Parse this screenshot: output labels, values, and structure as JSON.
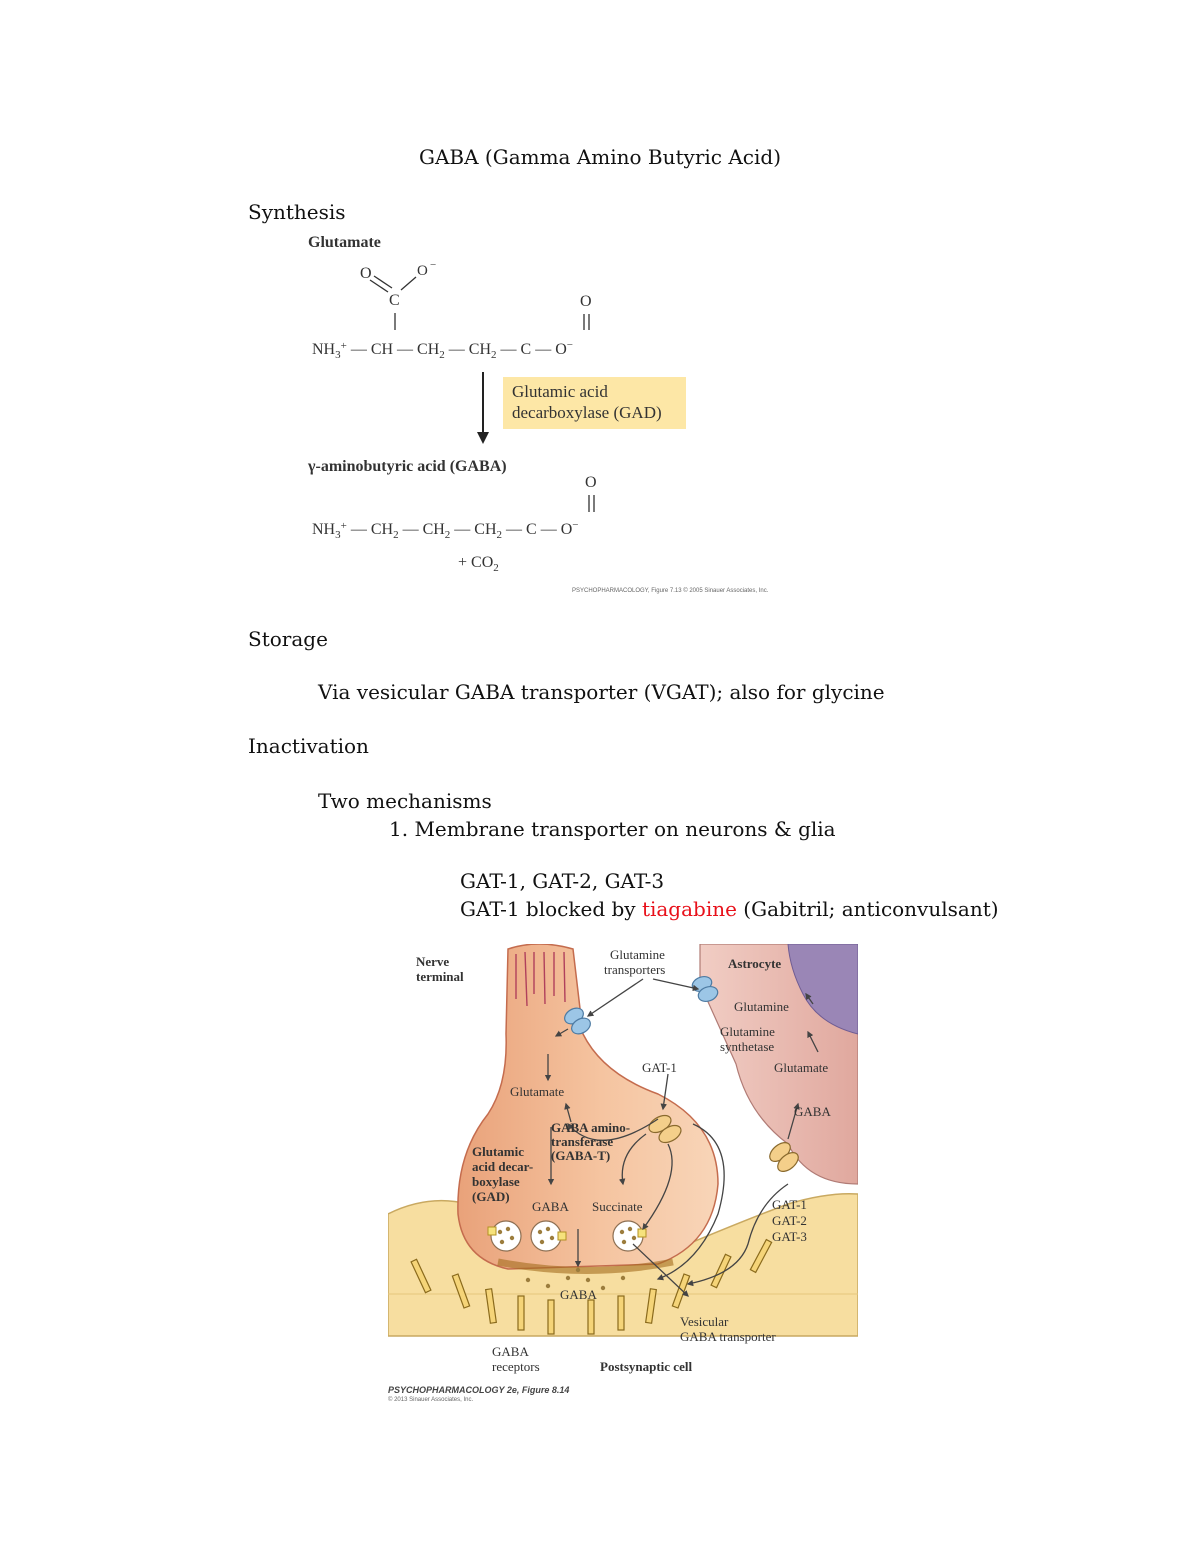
{
  "title": "GABA (Gamma Amino Butyric Acid)",
  "sections": {
    "synthesis": "Synthesis",
    "storage": "Storage",
    "storage_text": "Via vesicular GABA transporter (VGAT); also for glycine",
    "inactivation": "Inactivation",
    "two_mechanisms": "Two mechanisms",
    "item1": "1. Membrane transporter on neurons & glia",
    "gat_list": "GAT-1, GAT-2, GAT-3",
    "gat_blocked_prefix": "GAT-1 blocked by ",
    "gat_blocked_drug": "tiagabine",
    "gat_blocked_suffix": " (Gabitril; anticonvulsant)"
  },
  "figure1": {
    "glutamate_label": "Glutamate",
    "enzyme_line1": "Glutamic acid",
    "enzyme_line2": "decarboxylase (GAD)",
    "gaba_label": "γ-aminobutyric acid (GABA)",
    "co2": "+ CO",
    "co2_sub": "2",
    "credit": "PSYCHOPHARMACOLOGY, Figure 7.13 © 2005 Sinauer Associates, Inc.",
    "highlight_color": "#fde7a6"
  },
  "figure2": {
    "nerve_terminal": [
      "Nerve",
      "terminal"
    ],
    "glutamine_transporters": [
      "Glutamine",
      "transporters"
    ],
    "astrocyte": "Astrocyte",
    "glutamine": "Glutamine",
    "glutamine_synthetase": [
      "Glutamine",
      "synthetase"
    ],
    "glutamate_astro": "Glutamate",
    "gaba_astro": "GABA",
    "glutamate_neuron": "Glutamate",
    "gat1": "GAT-1",
    "gaba_t": [
      "GABA amino-",
      "transferase",
      "(GABA-T)"
    ],
    "gad": [
      "Glutamic",
      "acid decar-",
      "boxylase",
      "(GAD)"
    ],
    "gaba_neuron": "GABA",
    "succinate": "Succinate",
    "gat_list": [
      "GAT-1",
      "GAT-2",
      "GAT-3"
    ],
    "gaba_cleft": "GABA",
    "vesicular": [
      "Vesicular",
      "GABA transporter"
    ],
    "gaba_receptors": [
      "GABA",
      "receptors"
    ],
    "postsynaptic": "Postsynaptic cell",
    "caption": "PSYCHOPHARMACOLOGY 2e, Figure 8.14",
    "credit": "© 2013 Sinauer Associates, Inc."
  }
}
